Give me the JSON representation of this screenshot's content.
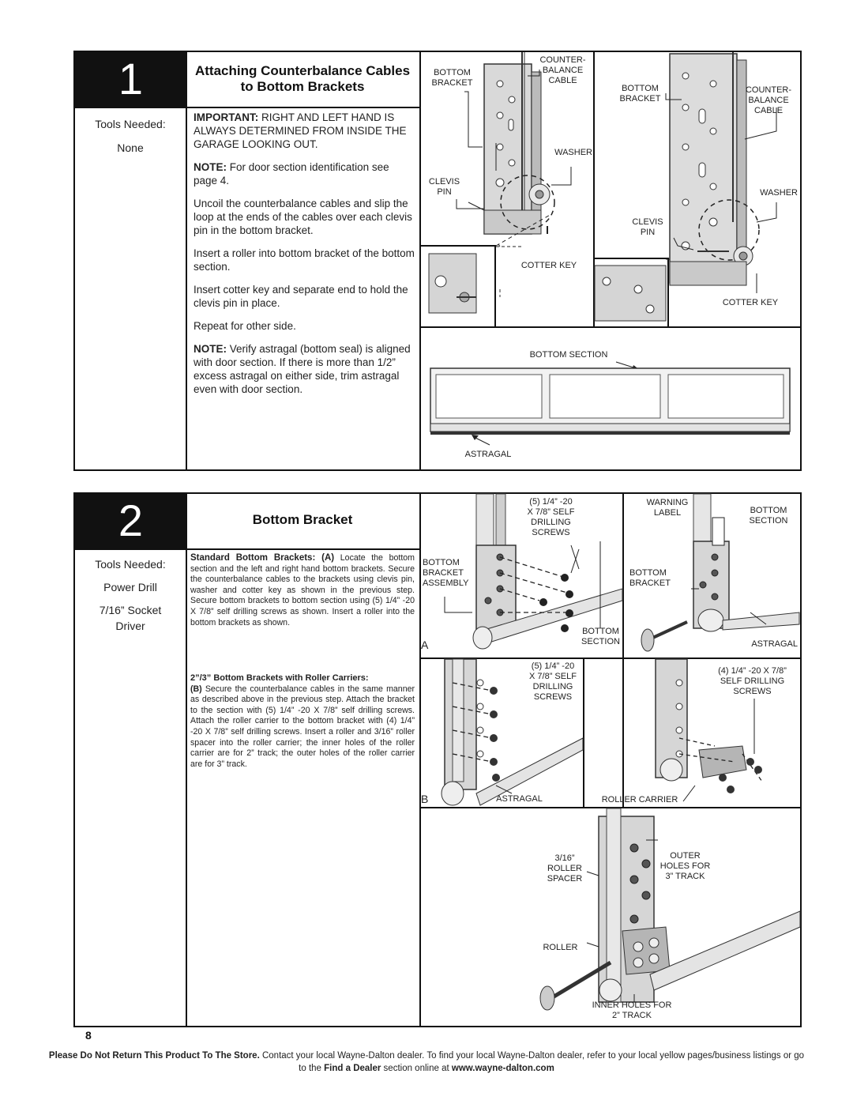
{
  "step1": {
    "number": "1",
    "title_line1": "Attaching Counterbalance Cables",
    "title_line2": "to Bottom Brackets",
    "tools_label": "Tools Needed:",
    "tools_value": "None",
    "important_bold": "IMPORTANT:",
    "important_text": " RIGHT AND LEFT HAND IS ALWAYS DETERMINED FROM INSIDE THE GARAGE LOOKING OUT.",
    "note1_bold": "NOTE:",
    "note1_text": " For door section identification see page 4.",
    "para1": "Uncoil the counterbalance cables and slip the loop at the ends of the cables over each clevis pin in the bottom bracket.",
    "para2": "Insert a roller into bottom bracket of the bottom section.",
    "para3": "Insert cotter key and separate end to hold the clevis pin in place.",
    "para4": "Repeat for other side.",
    "note2_bold": "NOTE:",
    "note2_text": " Verify astragal (bottom seal) is aligned with door section. If there is more than 1/2” excess astragal on either side, trim astragal even with door section.",
    "labels": {
      "bottom_bracket_left": "BOTTOM\nBRACKET",
      "counterbalance_left": "COUNTER-\nBALANCE\nCABLE",
      "washer_left": "WASHER",
      "clevis_left": "CLEVIS\nPIN",
      "cotter_left": "COTTER KEY",
      "bottom_bracket_right": "BOTTOM\nBRACKET",
      "counterbalance_right": "COUNTER-\nBALANCE\nCABLE",
      "washer_right": "WASHER",
      "clevis_right": "CLEVIS\nPIN",
      "cotter_right": "COTTER KEY",
      "bottom_section": "BOTTOM SECTION",
      "astragal": "ASTRAGAL"
    }
  },
  "step2": {
    "number": "2",
    "title": "Bottom Bracket",
    "tools_label": "Tools Needed:",
    "tool1": "Power Drill",
    "tool2": "7/16” Socket",
    "tool3": "Driver",
    "std_bold": "Standard Bottom Brackets: (A)",
    "std_text": " Locate the bottom section and the left and right hand bottom brackets. Secure the counterbalance cables to the brackets using clevis pin, washer and cotter key as shown in the previous step. Secure bottom brackets to bottom section using (5) 1/4” -20 X 7/8” self drilling screws as shown. Insert a roller into the bottom brackets as shown.",
    "carrier_bold": "2”/3” Bottom Brackets with Roller Carriers:",
    "carrier_b": "(B)",
    "carrier_text": " Secure the counterbalance cables in the same manner as described above in the previous step. Attach the bracket to the section with (5) 1/4” -20 X 7/8” self drilling screws. Attach the roller carrier to the bottom bracket with (4) 1/4” -20 X 7/8” self drilling screws. Insert a roller and 3/16” roller spacer into the roller carrier; the inner holes of the roller carrier are for 2” track; the outer holes of the roller carrier are for 3” track.",
    "labels": {
      "screws_a": "(5) 1/4” -20\nX 7/8” SELF\nDRILLING\nSCREWS",
      "bracket_assembly": "BOTTOM\nBRACKET\nASSEMBLY",
      "bottom_section_a": "BOTTOM\nSECTION",
      "fig_a": "A",
      "warning_label": "WARNING\nLABEL",
      "bottom_section_r": "BOTTOM\nSECTION",
      "bottom_bracket_r": "BOTTOM\nBRACKET",
      "astragal_r": "ASTRAGAL",
      "screws_b": "(5) 1/4” -20\nX 7/8” SELF\nDRILLING\nSCREWS",
      "screws_b4": "(4) 1/4” -20 X 7/8”\nSELF DRILLING\nSCREWS",
      "fig_b": "B",
      "astragal_b": "ASTRAGAL",
      "roller_carrier": "ROLLER CARRIER",
      "spacer": "3/16”\nROLLER\nSPACER",
      "outer_holes": "OUTER\nHOLES FOR\n3” TRACK",
      "roller": "ROLLER",
      "inner_holes": "INNER HOLES FOR\n2” TRACK"
    }
  },
  "page_number": "8",
  "footer": {
    "bold1": "Please Do Not Return This Product To The Store.",
    "text1": " Contact your local Wayne-Dalton dealer. To find your local Wayne-Dalton dealer, refer to your local yellow pages/business listings or go to the ",
    "bold2": "Find a Dealer",
    "text2": " section online at ",
    "url": "www.wayne-dalton.com"
  }
}
